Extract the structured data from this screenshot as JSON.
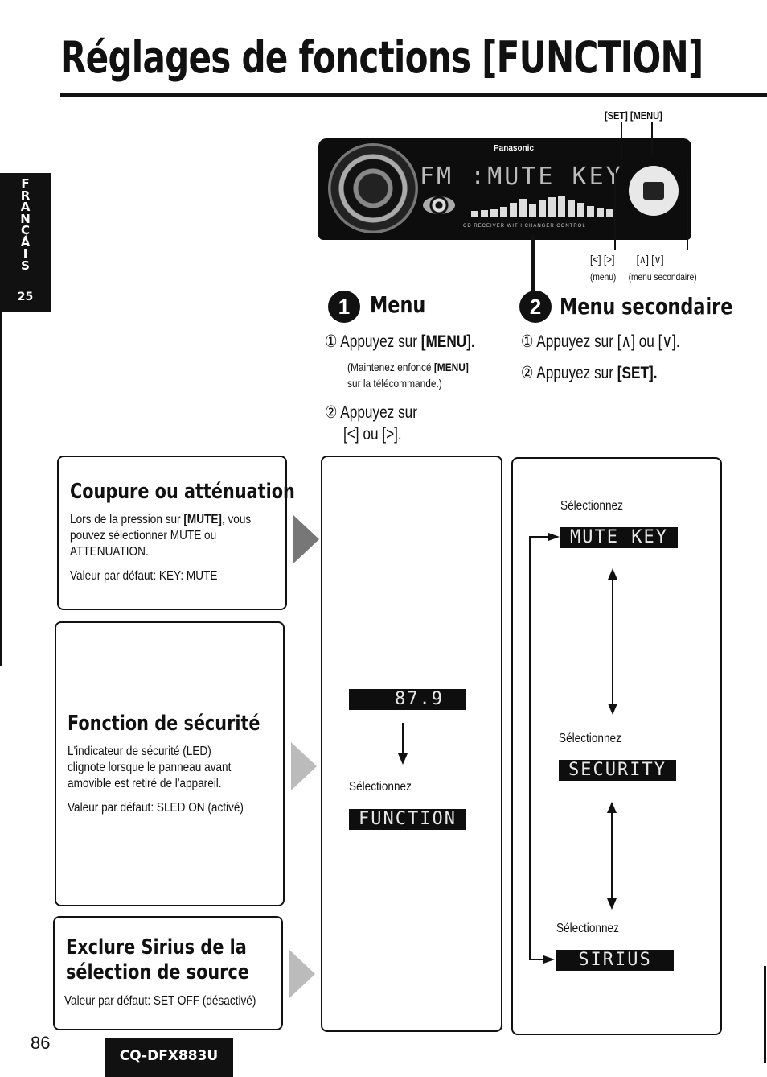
{
  "page": {
    "title": "Réglages de fonctions [FUNCTION]",
    "side_tab": {
      "letters": [
        "F",
        "R",
        "A",
        "N",
        "Ç",
        "A",
        "I",
        "S"
      ],
      "number": "25"
    },
    "page_number": "86",
    "model": "CQ-DFX883U"
  },
  "device": {
    "button_labels_top": "[SET]  [MENU]",
    "brand": "Panasonic",
    "display_text": "FM :MUTE KEY",
    "cd_caption": "CD RECEIVER WITH CHANGER CONTROL",
    "eq_levels": [
      0.3,
      0.35,
      0.4,
      0.5,
      0.7,
      0.9,
      0.6,
      0.8,
      0.95,
      1.0,
      0.85,
      0.7,
      0.55,
      0.45,
      0.4
    ],
    "left_right_label": "[<] [>]",
    "left_right_sub": "(menu)",
    "up_down_label": "[∧] [∨]",
    "up_down_sub": "(menu secondaire)"
  },
  "menu": {
    "number": "1",
    "heading": "Menu",
    "step1_prefix": "① Appuyez sur ",
    "step1_key": "[MENU].",
    "note_line1_prefix": "(Maintenez enfoncé ",
    "note_line1_key": "[MENU]",
    "note_line2": "sur la télécommande.)",
    "step2_line1": "② Appuyez sur",
    "step2_line2": "[<] ou [>]."
  },
  "submenu": {
    "number": "2",
    "heading": "Menu secondaire",
    "step1": "① Appuyez sur [∧] ou [∨].",
    "step2_prefix": "② Appuyez sur ",
    "step2_key": "[SET]."
  },
  "features": [
    {
      "title": "Coupure ou atténuation",
      "line1_prefix": "Lors de la pression sur ",
      "line1_key": "[MUTE]",
      "line1_suffix": ", vous",
      "line2": "pouvez sélectionner MUTE ou",
      "line3": "ATTENUATION.",
      "default": "Valeur par défaut: KEY: MUTE"
    },
    {
      "title": "Fonction de sécurité",
      "line1": "L'indicateur de sécurité (LED)",
      "line2": "clignote lorsque le panneau avant",
      "line3": "amovible est retiré de l'appareil.",
      "default": "Valeur par défaut: SLED ON (activé)"
    },
    {
      "title_line1": "Exclure Sirius de la",
      "title_line2": "sélection de source",
      "default": "Valeur par défaut: SET OFF (désactivé)"
    }
  ],
  "flow_menu": {
    "freq_display": "87.9",
    "select_label": "Sélectionnez",
    "function_display": "FUNCTION"
  },
  "flow_submenu": {
    "select_label": "Sélectionnez",
    "items": [
      "MUTE KEY",
      "SECURITY",
      "SIRIUS"
    ]
  }
}
